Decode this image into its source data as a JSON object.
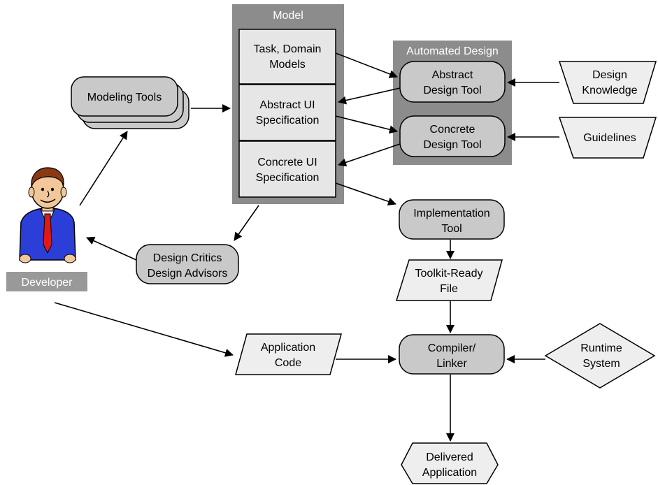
{
  "nodes": {
    "model": {
      "title": "Model"
    },
    "task_domain": {
      "lines": [
        "Task, Domain",
        "Models"
      ]
    },
    "abstract_ui_spec": {
      "lines": [
        "Abstract UI",
        "Specification"
      ]
    },
    "concrete_ui_spec": {
      "lines": [
        "Concrete UI",
        "Specification"
      ]
    },
    "automated_design": {
      "title": "Automated Design"
    },
    "abstract_design_tool": {
      "lines": [
        "Abstract",
        "Design Tool"
      ]
    },
    "concrete_design_tool": {
      "lines": [
        "Concrete",
        "Design Tool"
      ]
    },
    "design_knowledge": {
      "lines": [
        "Design",
        "Knowledge"
      ]
    },
    "guidelines": {
      "lines": [
        "Guidelines"
      ]
    },
    "modeling_tools": {
      "lines": [
        "Modeling Tools"
      ]
    },
    "developer": {
      "label": "Developer"
    },
    "design_critics": {
      "lines": [
        "Design Critics",
        "Design Advisors"
      ]
    },
    "implementation_tool": {
      "lines": [
        "Implementation",
        "Tool"
      ]
    },
    "toolkit_ready_file": {
      "lines": [
        "Toolkit-Ready",
        "File"
      ]
    },
    "application_code": {
      "lines": [
        "Application",
        "Code"
      ]
    },
    "compiler_linker": {
      "lines": [
        "Compiler/",
        "Linker"
      ]
    },
    "runtime_system": {
      "lines": [
        "Runtime",
        "System"
      ]
    },
    "delivered_application": {
      "lines": [
        "Delivered",
        "Application"
      ]
    }
  },
  "colors": {
    "container": "#8c8c8c",
    "box_fill": "#e6e6e6",
    "pill_fill": "#c9c9c9",
    "shape_fill": "#eeeeee",
    "label_bg": "#999999"
  }
}
